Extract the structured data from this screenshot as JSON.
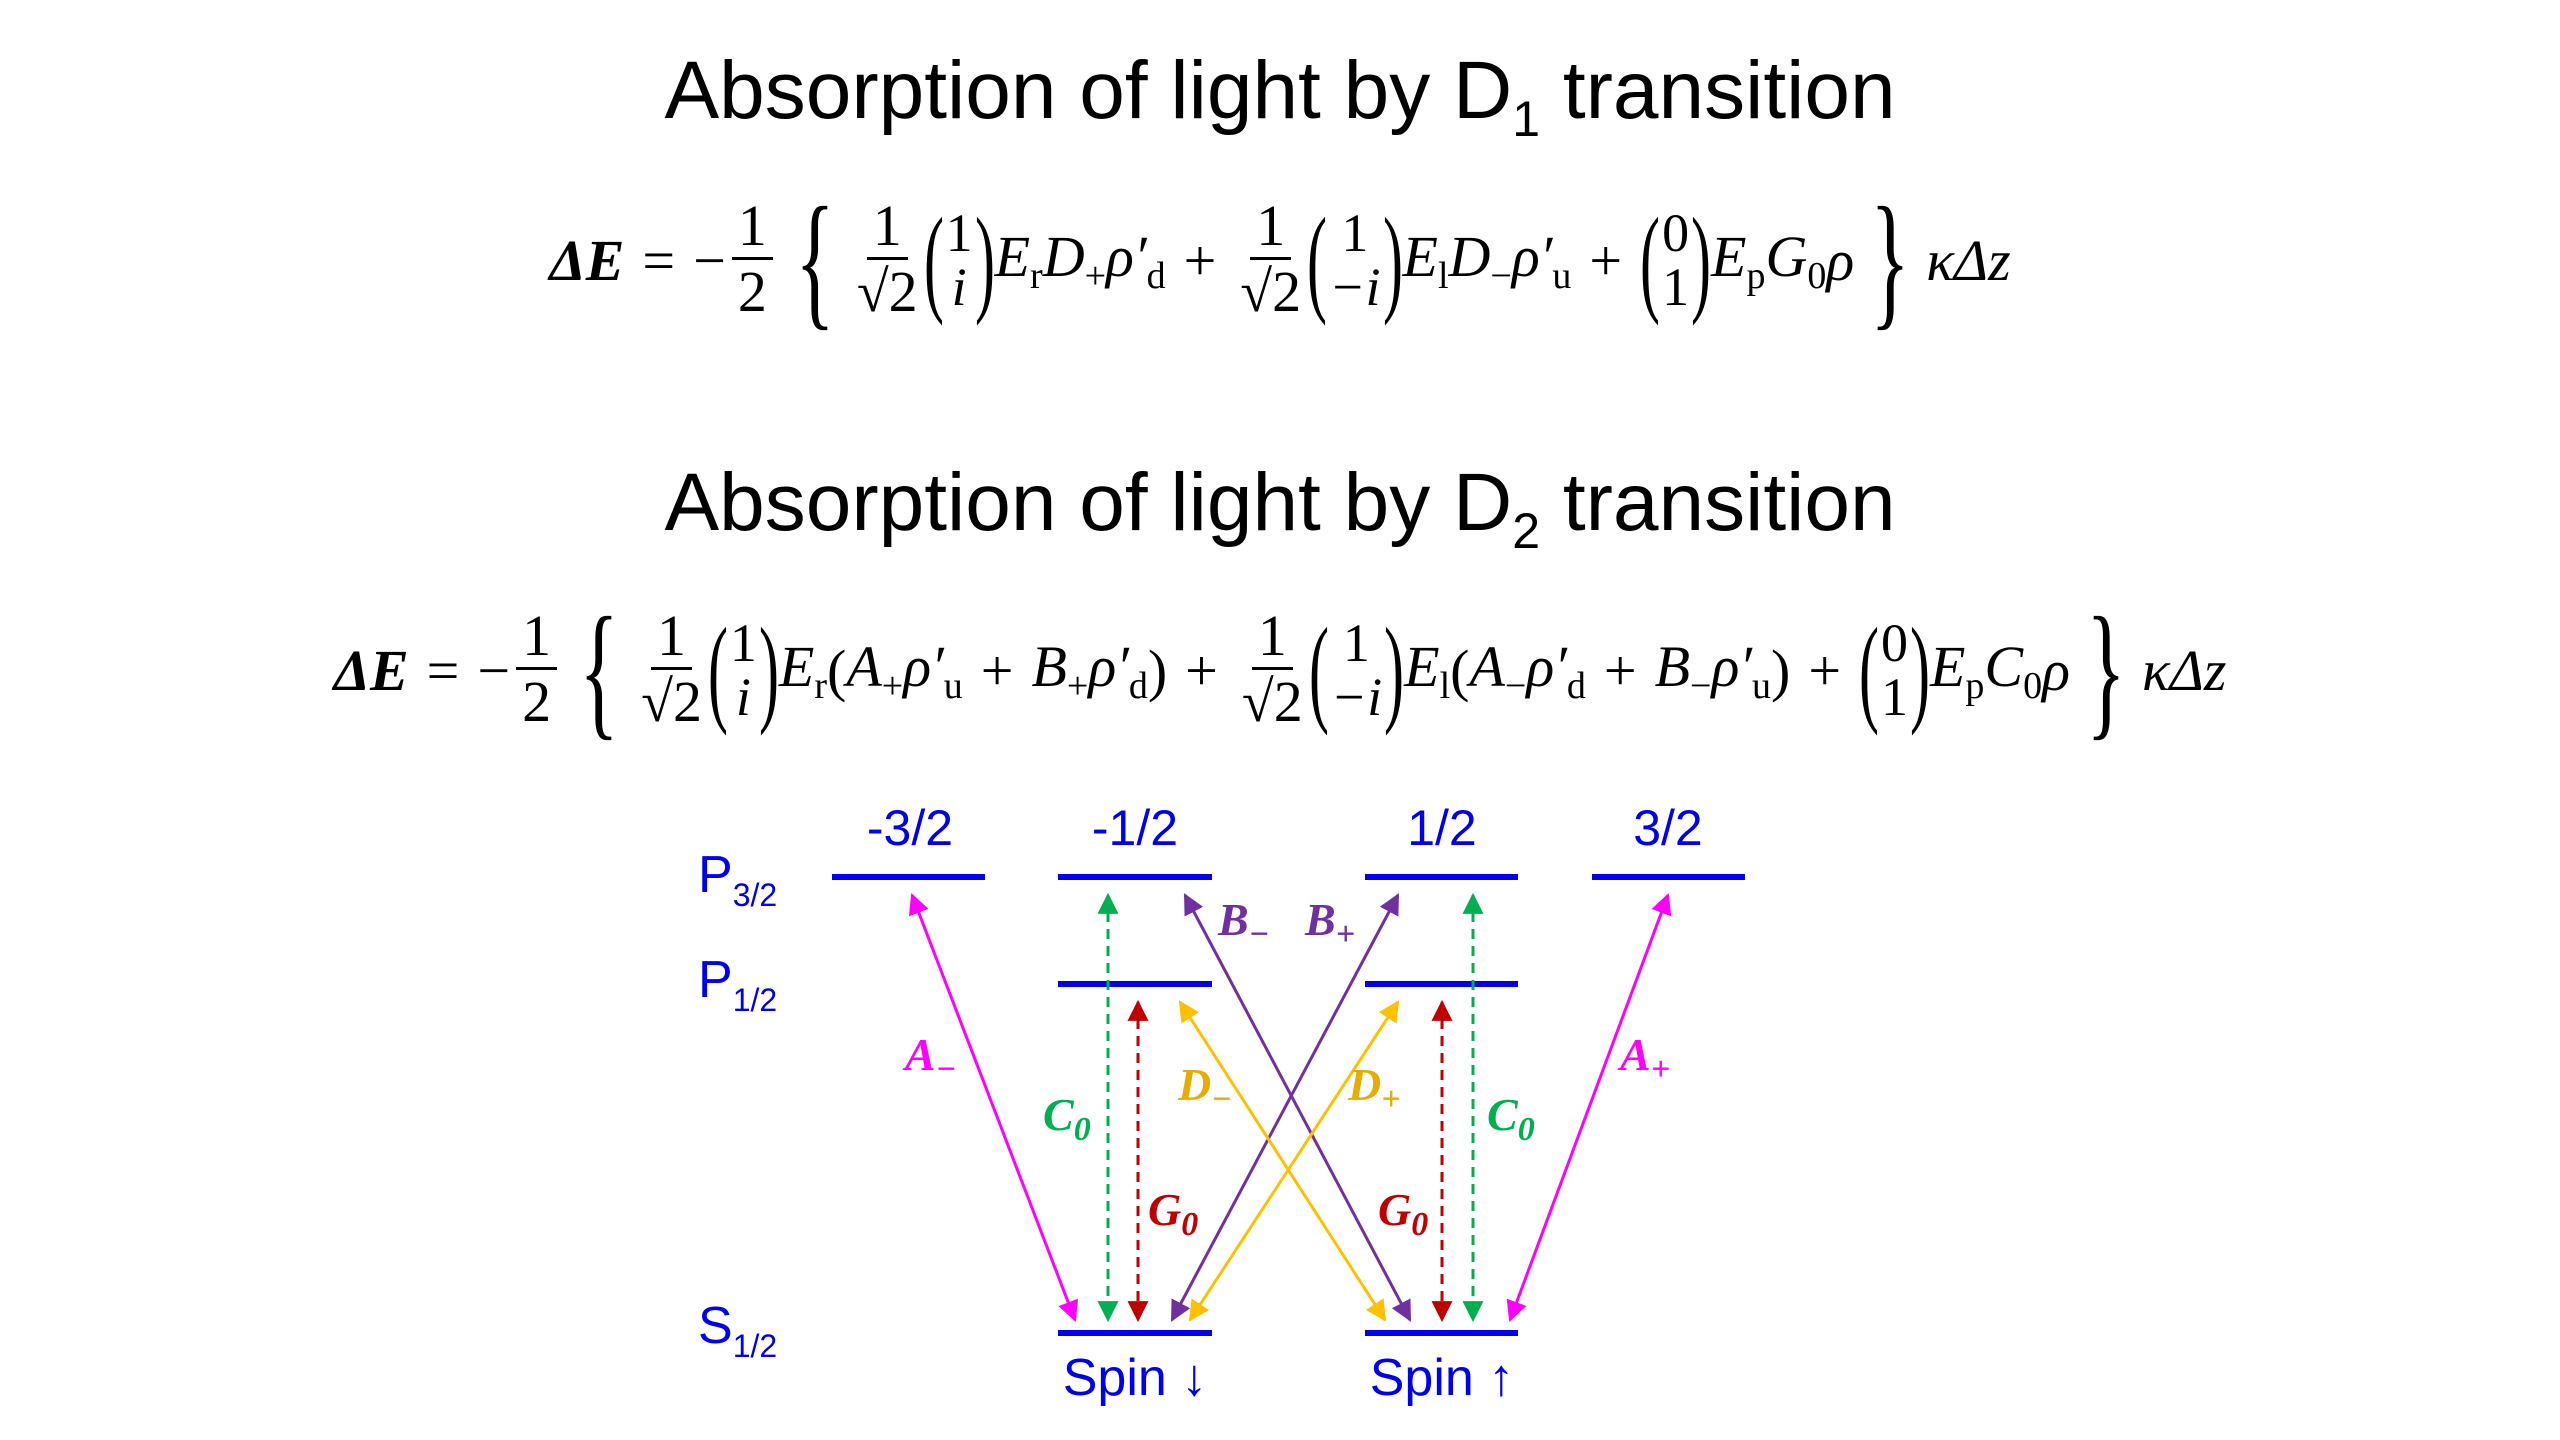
{
  "title1": "Absorption of light by D",
  "title1_sub": "1",
  "title1_tail": " transition",
  "title2": "Absorption of light by D",
  "title2_sub": "2",
  "title2_tail": " transition",
  "eq1": {
    "lhs": "ΔE",
    "eq": "=",
    "neg_half_num": "1",
    "neg_half_den": "2",
    "t1_coef_num": "1",
    "t1_coef_den": "√2",
    "t1_vec_top": "1",
    "t1_vec_bot": "i",
    "t1_field": "E",
    "t1_field_sub": "r",
    "t1_op": "D",
    "t1_op_sub": "+",
    "t1_rho": "ρ′",
    "t1_rho_sub": "d",
    "t2_coef_num": "1",
    "t2_coef_den": "√2",
    "t2_vec_top": "1",
    "t2_vec_bot": "−i",
    "t2_field": "E",
    "t2_field_sub": "l",
    "t2_op": "D",
    "t2_op_sub": "−",
    "t2_rho": "ρ′",
    "t2_rho_sub": "u",
    "t3_vec_top": "0",
    "t3_vec_bot": "1",
    "t3_field": "E",
    "t3_field_sub": "p",
    "t3_op": "G",
    "t3_op_sub": "0",
    "t3_rho": "ρ",
    "tail": "κΔz"
  },
  "eq2": {
    "lhs": "ΔE",
    "eq": "=",
    "neg_half_num": "1",
    "neg_half_den": "2",
    "t1_coef_num": "1",
    "t1_coef_den": "√2",
    "t1_vec_top": "1",
    "t1_vec_bot": "i",
    "t1_field": "E",
    "t1_field_sub": "r",
    "t1_a": "A",
    "t1_a_sub": "+",
    "t1_rho_a": "ρ′",
    "t1_rho_a_sub": "u",
    "t1_b": "B",
    "t1_b_sub": "+",
    "t1_rho_b": "ρ′",
    "t1_rho_b_sub": "d",
    "t2_coef_num": "1",
    "t2_coef_den": "√2",
    "t2_vec_top": "1",
    "t2_vec_bot": "−i",
    "t2_field": "E",
    "t2_field_sub": "l",
    "t2_a": "A",
    "t2_a_sub": "−",
    "t2_rho_a": "ρ′",
    "t2_rho_a_sub": "d",
    "t2_b": "B",
    "t2_b_sub": "−",
    "t2_rho_b": "ρ′",
    "t2_rho_b_sub": "u",
    "t3_vec_top": "0",
    "t3_vec_bot": "1",
    "t3_field": "E",
    "t3_field_sub": "p",
    "t3_op": "C",
    "t3_op_sub": "0",
    "t3_rho": "ρ",
    "tail": "κΔz"
  },
  "diagram": {
    "level_p32": "P",
    "level_p32_sub": "3/2",
    "level_p12": "P",
    "level_p12_sub": "1/2",
    "level_s12": "S",
    "level_s12_sub": "1/2",
    "m_m32": "-3/2",
    "m_m12": "-1/2",
    "m_p12": "1/2",
    "m_p32": "3/2",
    "spin_down": "Spin ↓",
    "spin_up": "Spin ↑",
    "lbl_a_minus": "A",
    "lbl_a_minus_sub": "−",
    "lbl_a_plus": "A",
    "lbl_a_plus_sub": "+",
    "lbl_b_minus": "B",
    "lbl_b_minus_sub": "−",
    "lbl_b_plus": "B",
    "lbl_b_plus_sub": "+",
    "lbl_c0_left": "C",
    "lbl_c0_left_sub": "0",
    "lbl_c0_right": "C",
    "lbl_c0_right_sub": "0",
    "lbl_d_minus": "D",
    "lbl_d_minus_sub": "−",
    "lbl_d_plus": "D",
    "lbl_d_plus_sub": "+",
    "lbl_g0_left": "G",
    "lbl_g0_left_sub": "0",
    "lbl_g0_right": "G",
    "lbl_g0_right_sub": "0",
    "colors": {
      "level": "#0000ee",
      "a": "#ff00ff",
      "b": "#7030a0",
      "c": "#00b050",
      "d": "#ffc000",
      "g": "#c00000",
      "d_label": "#e6ac00"
    }
  }
}
